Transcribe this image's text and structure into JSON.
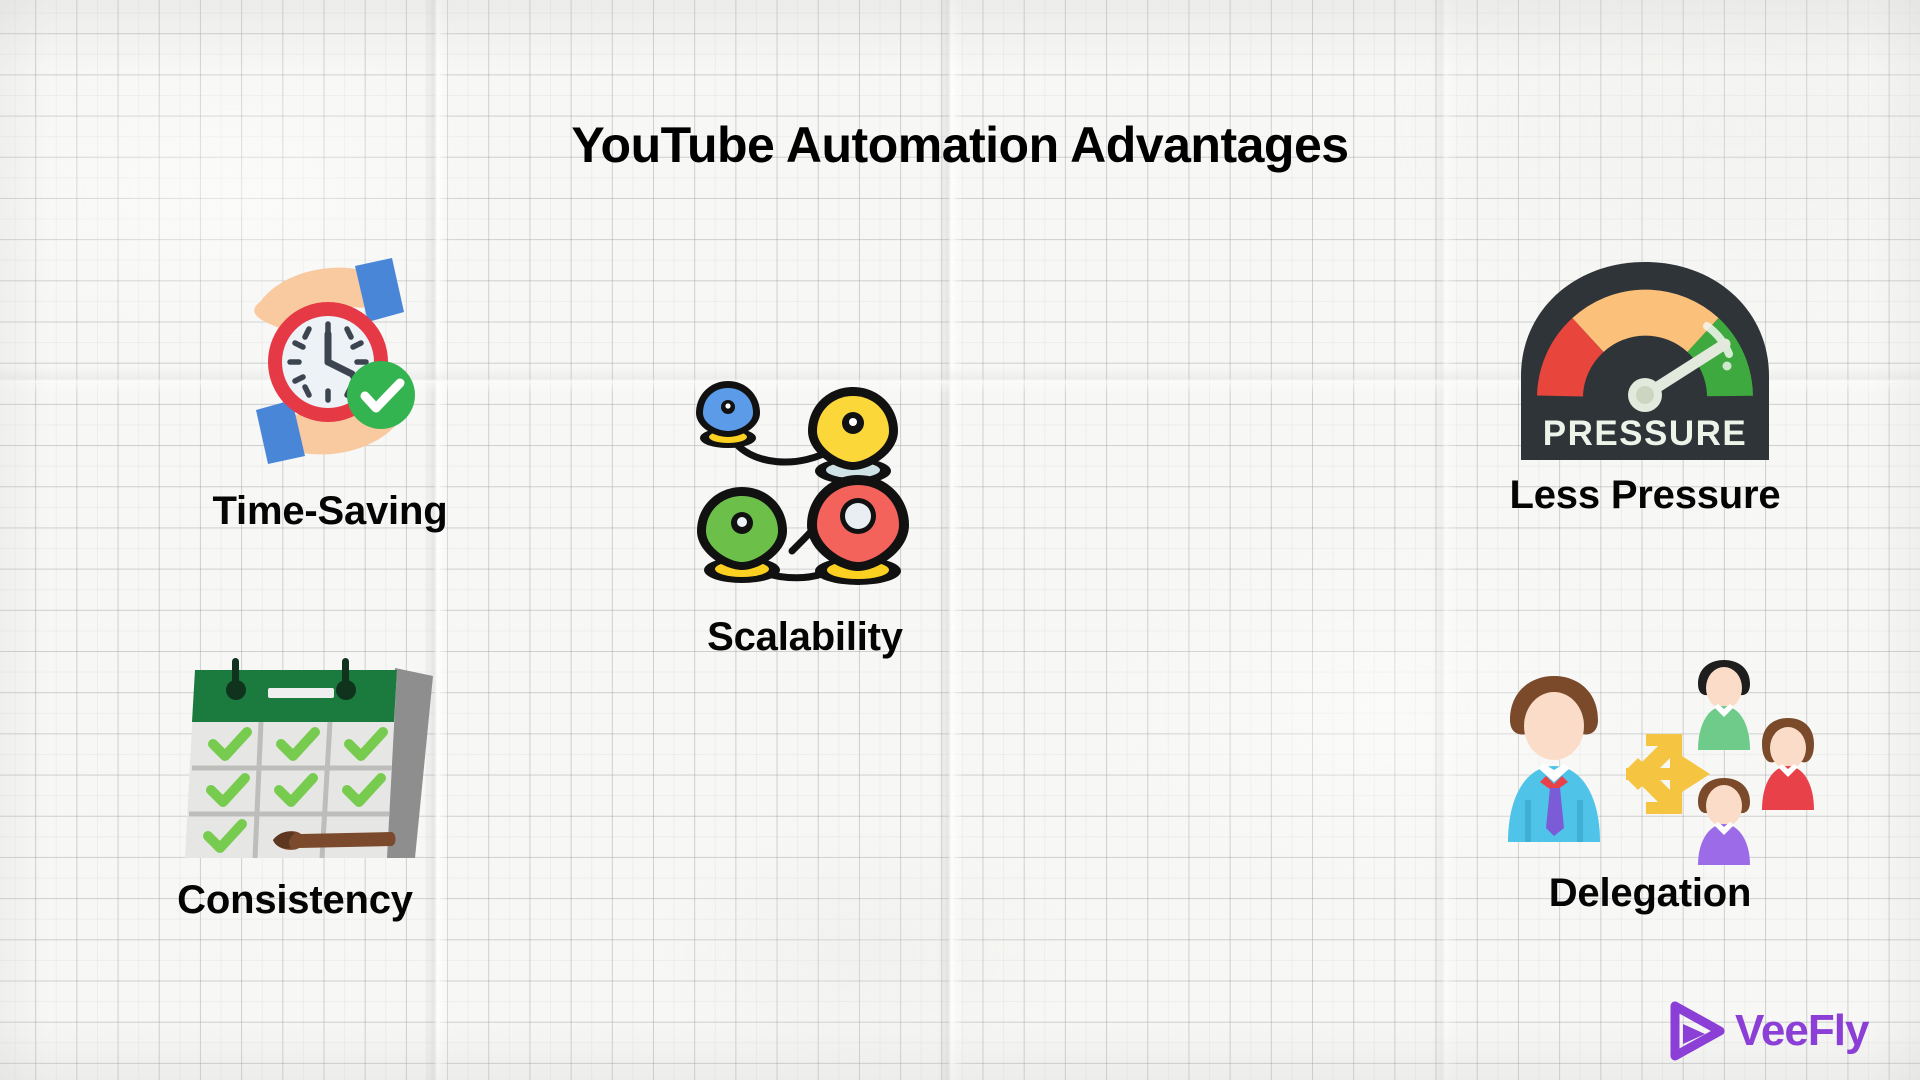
{
  "poster": {
    "title": "YouTube Automation Advantages",
    "background": "graph-paper",
    "text_color": "#050505"
  },
  "advantages": [
    {
      "id": "time-saving",
      "label": "Time-Saving",
      "icon": "hands-holding-clock-icon",
      "icon_colors": {
        "clock_ring": "#E63946",
        "clock_face": "#EDF2F7",
        "check_badge": "#34B450",
        "skin": "#F9C9A0",
        "sleeve": "#4A86D8"
      }
    },
    {
      "id": "consistency",
      "label": "Consistency",
      "icon": "calendar-checkmarks-icon",
      "icon_colors": {
        "header": "#1B7A3D",
        "page": "#E6E6E4",
        "check": "#77CC4F",
        "pencil": "#7B4A2D",
        "side": "#8E8E8E"
      }
    },
    {
      "id": "scalability",
      "label": "Scalability",
      "icon": "map-pins-network-icon",
      "icon_colors": {
        "pin_blue": "#5B9BE8",
        "pin_yellow": "#FBD73A",
        "pin_green": "#6CC04A",
        "pin_red": "#F4625C",
        "shadow": "#FBD020",
        "outline": "#111111"
      }
    },
    {
      "id": "less-pressure",
      "label": "Less Pressure",
      "icon": "pressure-gauge-icon",
      "gauge_text": "PRESSURE",
      "icon_colors": {
        "body": "#2F3438",
        "zone_red": "#E8453C",
        "zone_orange": "#FBC07A",
        "zone_green": "#3EA93E",
        "needle": "#E3E9DC"
      }
    },
    {
      "id": "delegation",
      "label": "Delegation",
      "icon": "team-delegation-icon",
      "icon_colors": {
        "manager_shirt": "#4FC3E8",
        "manager_tie": "#7B5BD6",
        "manager_hair": "#7A4A2B",
        "arrow": "#F5C542",
        "person_green": "#6ECB8A",
        "person_red": "#E8414A",
        "person_purple": "#9B6BE8",
        "skin": "#FBDCC8"
      }
    }
  ],
  "brand": {
    "name": "VeeFly",
    "logo_icon": "veefly-play-triangle-icon",
    "color": "#8B3FD6"
  }
}
